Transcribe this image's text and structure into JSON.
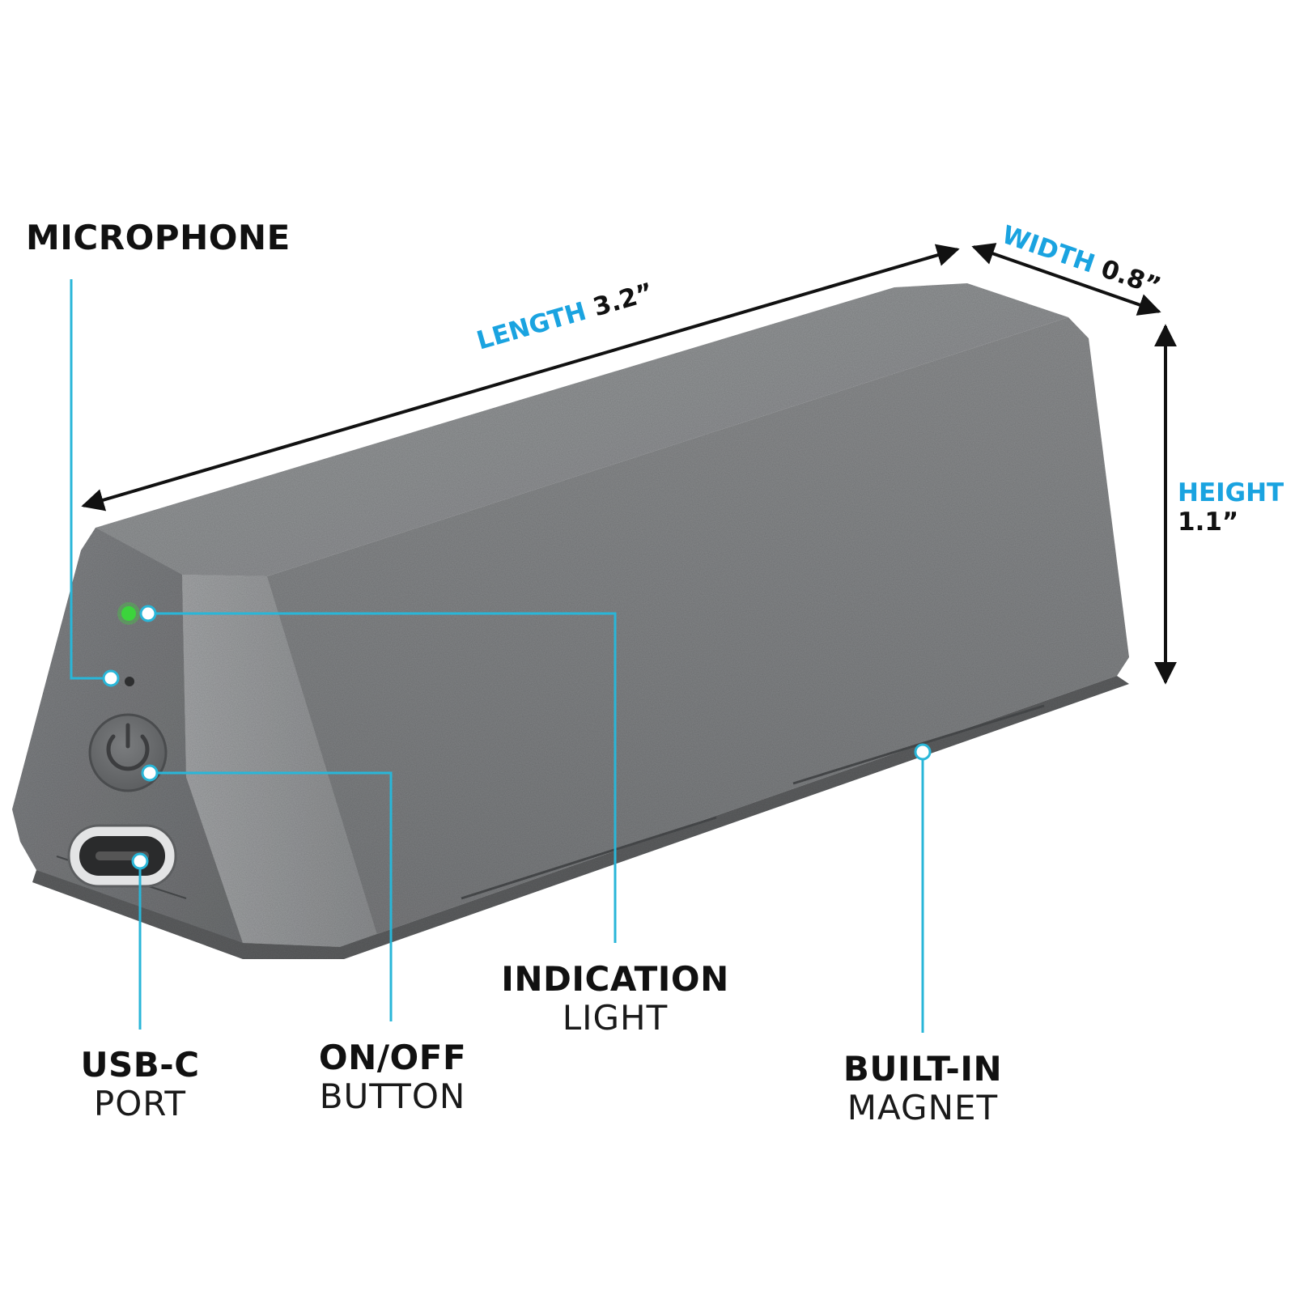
{
  "colors": {
    "accent": "#1aa3e0",
    "callout_line": "#29b6d8",
    "body": "#818385",
    "led": "#3cd43c"
  },
  "labels": {
    "microphone": "MICROPHONE",
    "usb_c": {
      "line1": "USB-C",
      "line2": "PORT"
    },
    "on_off": {
      "line1": "ON/OFF",
      "line2": "BUTTON"
    },
    "indication": {
      "line1": "INDICATION",
      "line2": "LIGHT"
    },
    "magnet": {
      "line1": "BUILT-IN",
      "line2": "MAGNET"
    }
  },
  "dimensions": {
    "length": {
      "label": "LENGTH",
      "value": "3.2”"
    },
    "width": {
      "label": "WIDTH",
      "value": "0.8”"
    },
    "height": {
      "label": "HEIGHT",
      "value": "1.1”"
    }
  },
  "icons": [
    "power-icon",
    "usb-c-port-icon",
    "led-indicator-icon",
    "microphone-hole-icon"
  ]
}
